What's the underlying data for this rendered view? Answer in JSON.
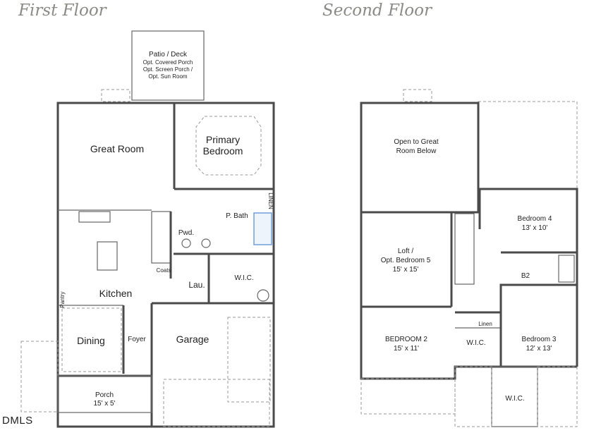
{
  "titles": {
    "first": "First Floor",
    "second": "Second Floor"
  },
  "first_floor": {
    "patio": [
      "Patio / Deck",
      "Opt. Covered Porch",
      "Opt. Screen Porch /",
      "Opt. Sun Room"
    ],
    "great_room": "Great Room",
    "primary_bedroom": [
      "Primary",
      "Bedroom"
    ],
    "linen": "LINEN",
    "p_bath": "P. Bath",
    "pwd": "Pwd.",
    "coats": "Coats",
    "lau": "Lau.",
    "wic": "W.I.C.",
    "kitchen": "Kitchen",
    "pantry": "Pantry",
    "dining": "Dining",
    "foyer": "Foyer",
    "garage": "Garage",
    "porch": "Porch",
    "porch_size": "15' x 5'"
  },
  "second_floor": {
    "open_to": [
      "Open to Great",
      "Room Below"
    ],
    "bedroom4": "Bedroom 4",
    "bedroom4_size": "13' x 10'",
    "loft": [
      "Loft /",
      "Opt. Bedroom 5"
    ],
    "loft_size": "15' x 15'",
    "b2": "B2",
    "linen": "Linen",
    "bedroom2": "BEDROOM 2",
    "bedroom2_size": "15' x 11'",
    "wic_a": "W.I.C.",
    "bedroom3": "Bedroom 3",
    "bedroom3_size": "12' x 13'",
    "wic_b": "W.I.C."
  },
  "watermark": "DMLS",
  "colors": {
    "wall": "#4a4a4a",
    "title": "#8b8b86",
    "shower_accent": "#6f9fd8"
  }
}
